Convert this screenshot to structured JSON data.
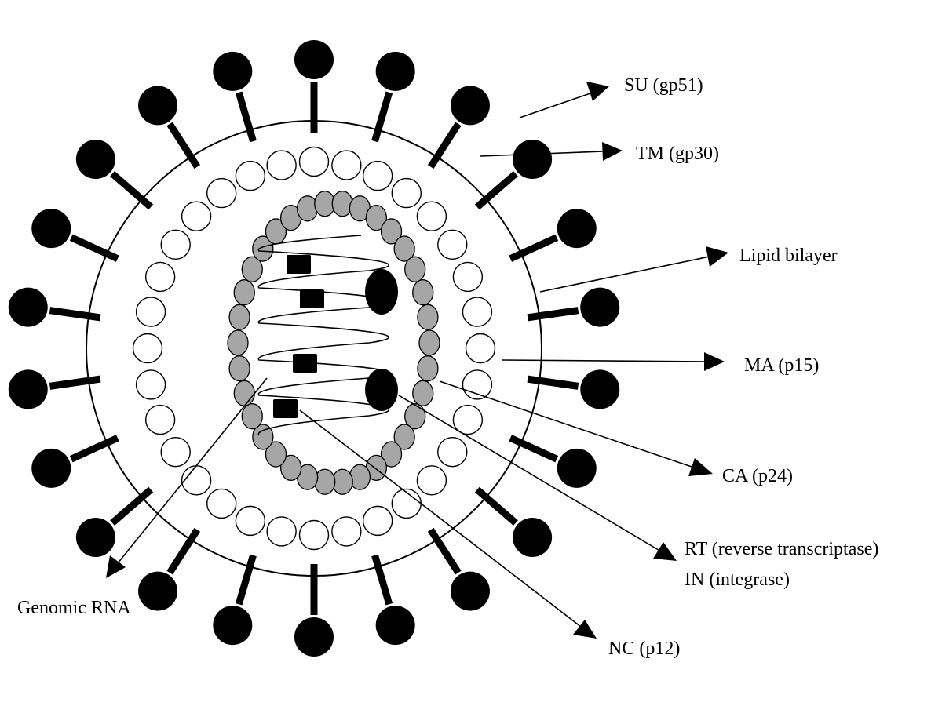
{
  "colors": {
    "background": "#ffffff",
    "ink": "#000000",
    "matrix_protein_fill": "#ffffff",
    "capsid_protein_fill": "#a6a6a6"
  },
  "components": {
    "envelope_glycoprotein": "black knob on stalk (spike)",
    "matrix_protein": "white circle",
    "capsid_protein": "grey oval",
    "genome": "coiled line",
    "enzymes": "black ovals and squares"
  },
  "labels": {
    "su": "SU (gp51)",
    "tm": "TM (gp30)",
    "lipid": "Lipid bilayer",
    "ma": "MA (p15)",
    "ca": "CA (p24)",
    "rt": "RT (reverse transcriptase)",
    "in": "IN (integrase)",
    "nc": "NC (p12)",
    "rna": "Genomic RNA"
  }
}
